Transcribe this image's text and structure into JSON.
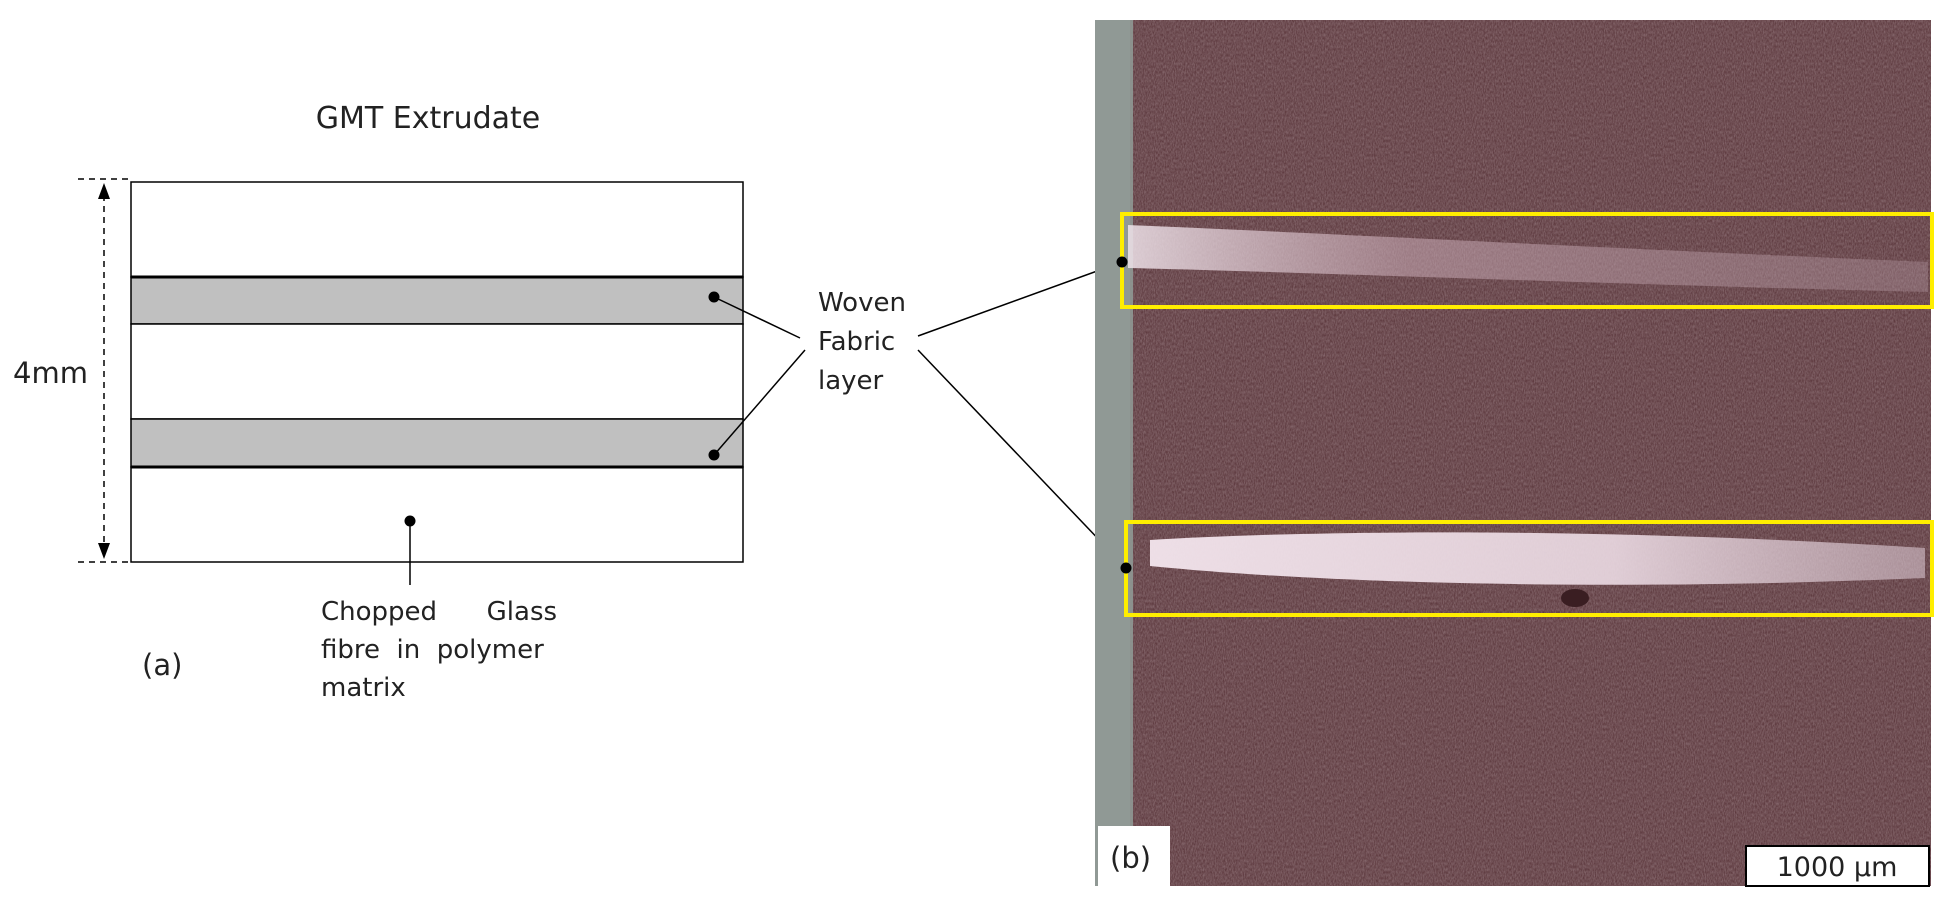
{
  "panel_a": {
    "title": "GMT Extrudate",
    "thickness_label": "4mm",
    "matrix_label": {
      "line1": "Chopped      Glass",
      "line2": "fibre  in  polymer",
      "line3": "matrix"
    },
    "panel_label": "(a)",
    "colors": {
      "fabric_band": "#c0c0c0",
      "matrix": "#ffffff",
      "outline": "#000000"
    }
  },
  "callout": {
    "line1": "Woven",
    "line2": "Fabric",
    "line3": "layer"
  },
  "panel_b": {
    "panel_label": "(b)",
    "scale_bar": "1000 µm",
    "colors": {
      "sample": "#5e3a3f",
      "fabric_streak": "#e8d8e0",
      "edge": "#9aa39e",
      "highlight_box": "#ffee00"
    }
  }
}
